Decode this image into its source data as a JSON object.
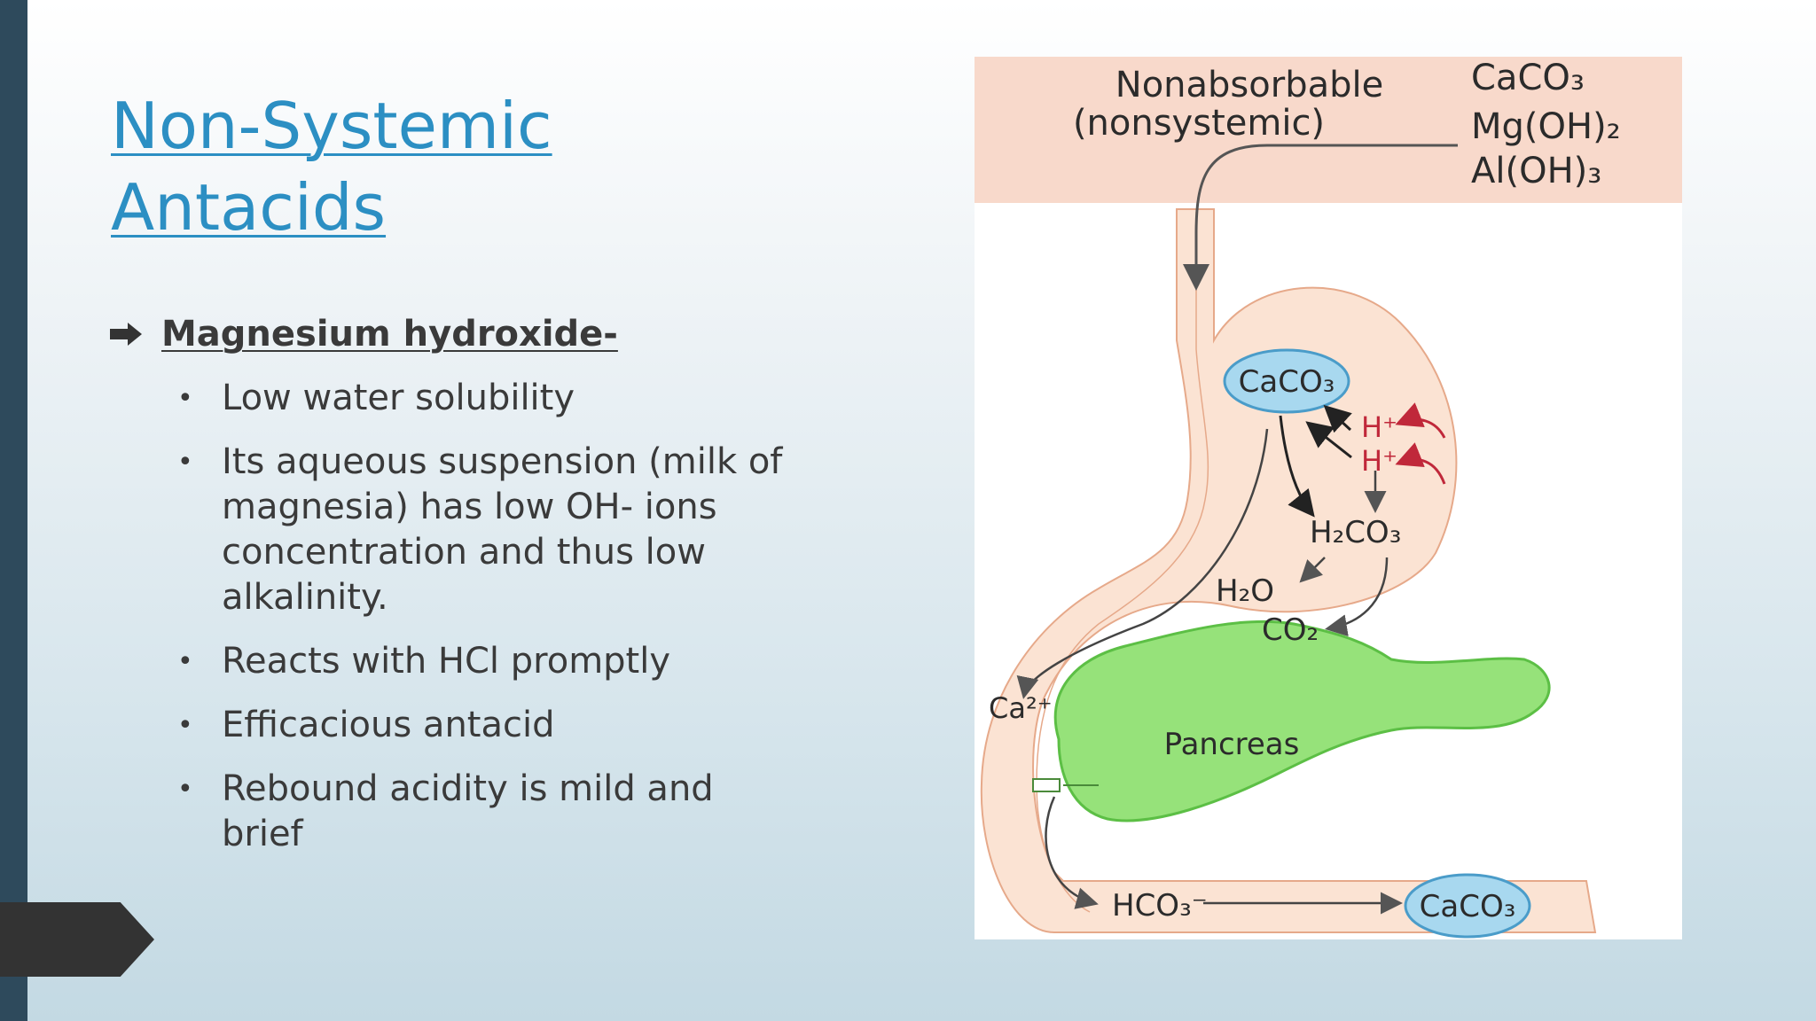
{
  "slide": {
    "title_line1": "Non-Systemic",
    "title_line2": "Antacids",
    "heading": "Magnesium hydroxide-",
    "bullets": [
      "Low water solubility",
      "Its aqueous suspension (milk of magnesia) has low OH- ions concentration and thus low alkalinity.",
      "Reacts with HCl promptly",
      "Efficacious antacid",
      "Rebound acidity is mild and brief"
    ]
  },
  "diagram": {
    "label_nonabsorbable": "Nonabsorbable",
    "label_nonsystemic": "(nonsystemic)",
    "antacid_1": "CaCO₃",
    "antacid_2": "Mg(OH)₂",
    "antacid_3": "Al(OH)₃",
    "stomach_caco3": "CaCO₃",
    "h_plus_1": "H⁺",
    "h_plus_2": "H⁺",
    "carbonic_acid": "H₂CO₃",
    "water": "H₂O",
    "carbon_dioxide": "CO₂",
    "calcium_ion": "Ca²⁺",
    "pancreas": "Pancreas",
    "bicarbonate": "HCO₃⁻",
    "intestine_caco3": "CaCO₃"
  }
}
